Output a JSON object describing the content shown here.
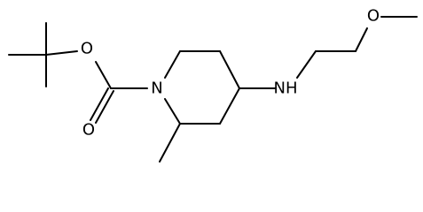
{
  "molecule": {
    "atoms": {
      "ester_oxygen": "O",
      "carbonyl_oxygen": "O",
      "ring_nitrogen": "N",
      "amine": "NH",
      "ether_oxygen": "O"
    },
    "colors": {
      "bond": "#000000",
      "label": "#000000",
      "background": "#ffffff"
    }
  }
}
